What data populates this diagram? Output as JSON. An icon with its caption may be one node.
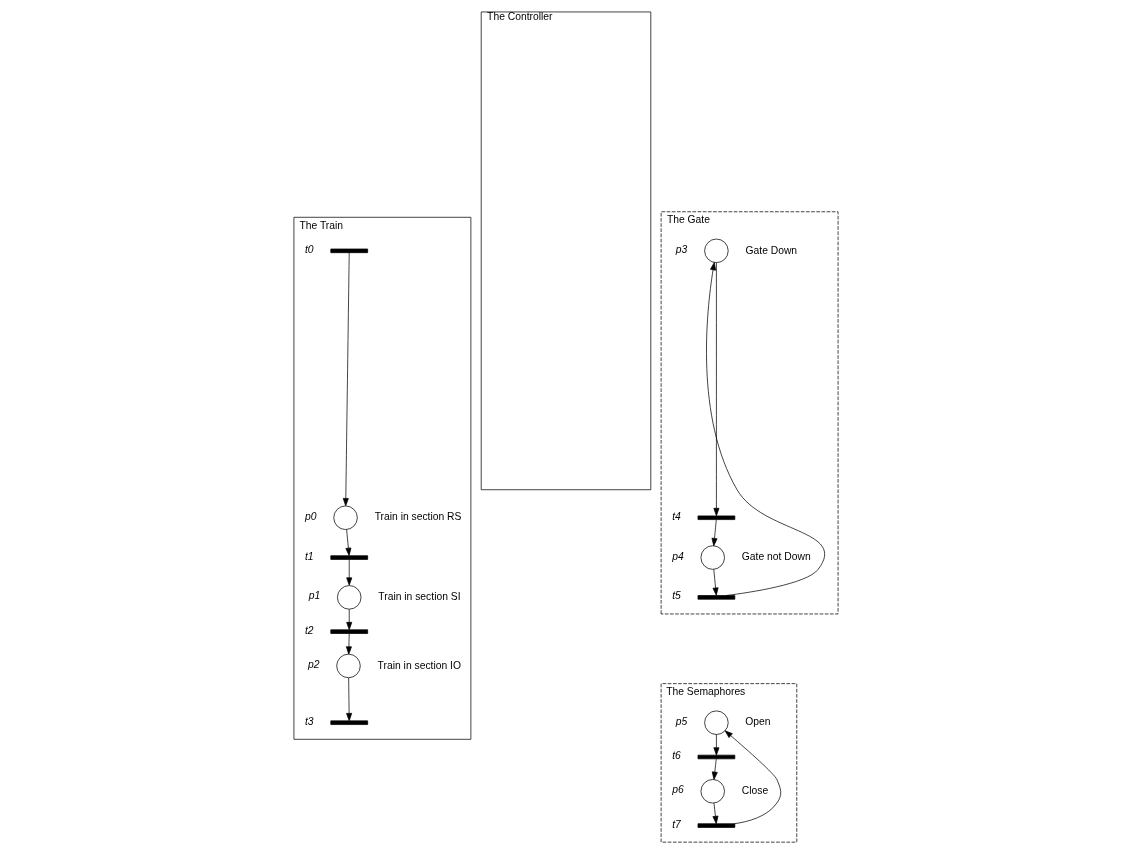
{
  "diagram": {
    "nodes": [
      {
        "text": [
          "The Train"
        ]
      },
      {
        "text": [],
        "shape": "bar",
        "beside": [
          "t0"
        ],
        "in": 0
      },
      {
        "text": [],
        "shape": "circle",
        "beside": [
          "p0",
          "Train in section RS"
        ],
        "in": 0
      },
      {
        "text": [],
        "shape": "bar",
        "beside": [
          "t1"
        ],
        "in": 0
      },
      {
        "text": [],
        "shape": "circle",
        "beside": [
          "p1",
          "Train in section SI"
        ],
        "in": 0
      },
      {
        "text": [],
        "shape": "bar",
        "beside": [
          "t2"
        ],
        "in": 0
      },
      {
        "text": [],
        "shape": "circle",
        "beside": [
          "p2",
          "Train in section IO"
        ],
        "in": 0
      },
      {
        "text": [],
        "shape": "bar",
        "beside": [
          "t3"
        ],
        "in": 0
      },
      {
        "text": [
          "The Controller"
        ]
      },
      {
        "text": [
          "The Gate"
        ]
      },
      {
        "text": [],
        "shape": "circle",
        "beside": [
          "p3",
          "Gate Down"
        ],
        "in": 9
      },
      {
        "text": [],
        "shape": "bar",
        "beside": [
          "t4"
        ],
        "in": 9
      },
      {
        "text": [],
        "shape": "circle",
        "beside": [
          "p4",
          "Gate not Down"
        ],
        "in": 9
      },
      {
        "text": [],
        "shape": "bar",
        "beside": [
          "t5"
        ],
        "in": 9
      },
      {
        "text": [
          "The Semaphores"
        ]
      },
      {
        "text": [],
        "shape": "circle",
        "beside": [
          "p5",
          "Open"
        ],
        "in": 14
      },
      {
        "text": [],
        "shape": "bar",
        "beside": [
          "t6"
        ],
        "in": 14
      },
      {
        "text": [],
        "shape": "circle",
        "beside": [
          "p6",
          "Close"
        ],
        "in": 14
      },
      {
        "text": [],
        "shape": "bar",
        "beside": [
          "t7"
        ],
        "in": 14
      }
    ],
    "edges": [
      {
        "from": 1,
        "to": 2,
        "arrow": "to"
      },
      {
        "from": 2,
        "to": 3,
        "arrow": "to"
      },
      {
        "from": 3,
        "to": 4,
        "arrow": "to"
      },
      {
        "from": 4,
        "to": 5,
        "arrow": "to"
      },
      {
        "from": 5,
        "to": 6,
        "arrow": "to"
      },
      {
        "from": 6,
        "to": 7,
        "arrow": "to"
      },
      {
        "from": 10,
        "to": 11,
        "arrow": "to"
      },
      {
        "from": 11,
        "to": 12,
        "arrow": "to"
      },
      {
        "from": 12,
        "to": 13,
        "arrow": "to"
      },
      {
        "from": 13,
        "to": 10,
        "arrow": "to"
      },
      {
        "from": 15,
        "to": 16,
        "arrow": "to"
      },
      {
        "from": 16,
        "to": 17,
        "arrow": "to"
      },
      {
        "from": 17,
        "to": 18,
        "arrow": "to"
      },
      {
        "from": 18,
        "to": 15,
        "arrow": "to"
      }
    ]
  }
}
